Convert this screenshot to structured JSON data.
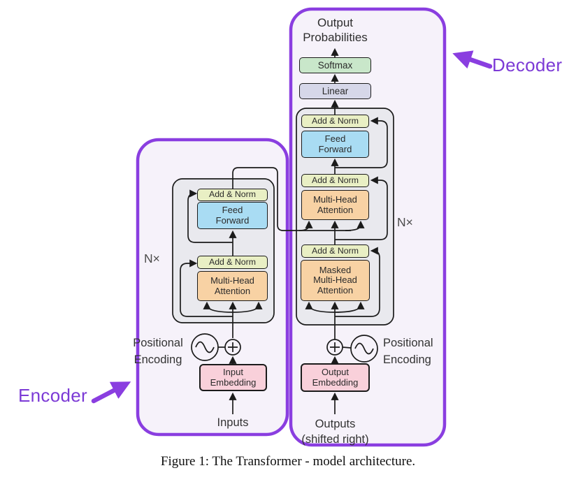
{
  "figure": {
    "caption": "Figure 1: The Transformer - model architecture."
  },
  "annotations": {
    "encoder_label": "Encoder",
    "decoder_label": "Decoder"
  },
  "colors": {
    "callout_purple": "#7c3ad6",
    "container_border_purple": "#8a3ee0",
    "container_fill": "#f6f2fa",
    "layer_box_fill": "#e9e9ee",
    "softmax_green": "#c9e7ca",
    "linear_lavender": "#d6d7e9",
    "add_norm_yellow": "#e9efc4",
    "feed_forward_blue": "#a9dcf3",
    "attention_orange": "#f8d2a4",
    "embedding_pink": "#f9d0da",
    "line_black": "#1b1b1b"
  },
  "decoder": {
    "output_probabilities": "Output\nProbabilities",
    "softmax": "Softmax",
    "linear": "Linear",
    "add_norm_top": "Add & Norm",
    "feed_forward": "Feed\nForward",
    "add_norm_mid": "Add & Norm",
    "multi_head_attention": "Multi-Head\nAttention",
    "add_norm_bottom": "Add & Norm",
    "masked_multi_head_attention": "Masked\nMulti-Head\nAttention",
    "n_times": "N×",
    "positional_encoding": "Positional\nEncoding",
    "output_embedding": "Output\nEmbedding",
    "outputs": "Outputs\n(shifted right)"
  },
  "encoder": {
    "add_norm_top": "Add & Norm",
    "feed_forward": "Feed\nForward",
    "add_norm_bottom": "Add & Norm",
    "multi_head_attention": "Multi-Head\nAttention",
    "n_times": "N×",
    "positional_encoding": "Positional\nEncoding",
    "input_embedding": "Input\nEmbedding",
    "inputs": "Inputs"
  }
}
